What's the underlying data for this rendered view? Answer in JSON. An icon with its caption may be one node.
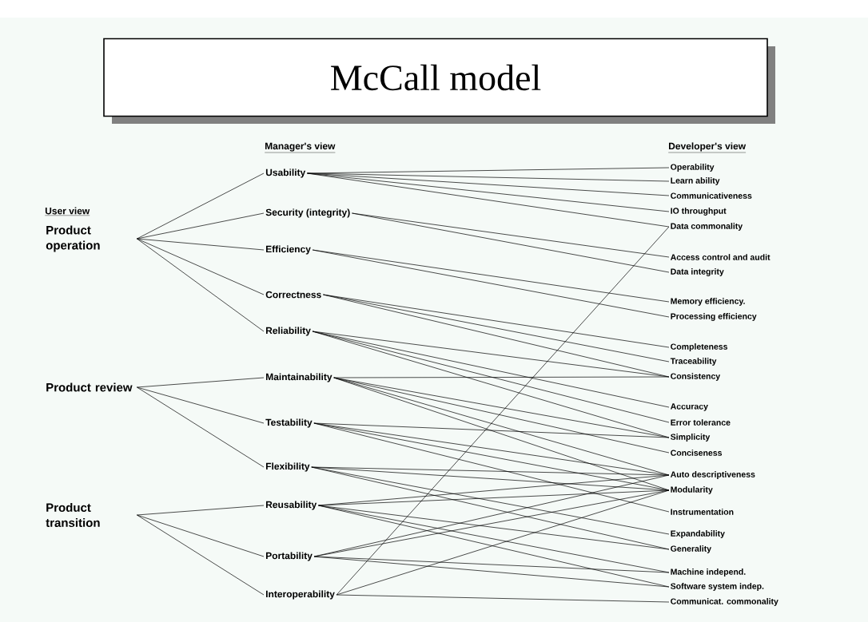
{
  "diagram": {
    "title": "McCall model",
    "nodes": [
      {
        "text": [
          "Product operation"
        ]
      },
      {
        "text": [
          "Product review"
        ]
      },
      {
        "text": [
          "Product transition"
        ]
      },
      {
        "text": [
          "Usability"
        ]
      },
      {
        "text": [
          "Security (integrity)"
        ]
      },
      {
        "text": [
          "Efficiency"
        ]
      },
      {
        "text": [
          "Correctness"
        ]
      },
      {
        "text": [
          "Reliability"
        ]
      },
      {
        "text": [
          "Maintainability"
        ]
      },
      {
        "text": [
          "Testability"
        ]
      },
      {
        "text": [
          "Flexibility"
        ]
      },
      {
        "text": [
          "Reusability"
        ]
      },
      {
        "text": [
          "Portability"
        ]
      },
      {
        "text": [
          "Interoperability"
        ]
      },
      {
        "text": [
          "Operability"
        ]
      },
      {
        "text": [
          "Learn ability"
        ]
      },
      {
        "text": [
          "Communicativeness"
        ]
      },
      {
        "text": [
          "IO throughput"
        ]
      },
      {
        "text": [
          "Data commonality"
        ]
      },
      {
        "text": [
          "Access control and audit"
        ]
      },
      {
        "text": [
          "Data integrity"
        ]
      },
      {
        "text": [
          "Memory efficiency."
        ]
      },
      {
        "text": [
          "Processing efficiency"
        ]
      },
      {
        "text": [
          "Completeness"
        ]
      },
      {
        "text": [
          "Traceability"
        ]
      },
      {
        "text": [
          "Consistency"
        ]
      },
      {
        "text": [
          "Accuracy"
        ]
      },
      {
        "text": [
          "Error tolerance"
        ]
      },
      {
        "text": [
          "Simplicity"
        ]
      },
      {
        "text": [
          "Conciseness"
        ]
      },
      {
        "text": [
          "Auto descriptiveness"
        ]
      },
      {
        "text": [
          "Modularity"
        ]
      },
      {
        "text": [
          "Instrumentation"
        ]
      },
      {
        "text": [
          "Expandability"
        ]
      },
      {
        "text": [
          "Generality"
        ]
      },
      {
        "text": [
          "Machine independ."
        ]
      },
      {
        "text": [
          "Software system indep."
        ]
      },
      {
        "text": [
          "Communicat. commonality"
        ]
      }
    ],
    "edges": [
      {
        "from": 0,
        "to": 3,
        "arrow": "none"
      },
      {
        "from": 0,
        "to": 4,
        "arrow": "none"
      },
      {
        "from": 0,
        "to": 5,
        "arrow": "none"
      },
      {
        "from": 0,
        "to": 6,
        "arrow": "none"
      },
      {
        "from": 0,
        "to": 7,
        "arrow": "none"
      },
      {
        "from": 1,
        "to": 8,
        "arrow": "none"
      },
      {
        "from": 1,
        "to": 9,
        "arrow": "none"
      },
      {
        "from": 1,
        "to": 10,
        "arrow": "none"
      },
      {
        "from": 2,
        "to": 11,
        "arrow": "none"
      },
      {
        "from": 2,
        "to": 12,
        "arrow": "none"
      },
      {
        "from": 2,
        "to": 13,
        "arrow": "none"
      },
      {
        "from": 3,
        "to": 14,
        "arrow": "none"
      },
      {
        "from": 3,
        "to": 15,
        "arrow": "none"
      },
      {
        "from": 3,
        "to": 16,
        "arrow": "none"
      },
      {
        "from": 3,
        "to": 17,
        "arrow": "none"
      },
      {
        "from": 3,
        "to": 18,
        "arrow": "none"
      },
      {
        "from": 4,
        "to": 19,
        "arrow": "none"
      },
      {
        "from": 4,
        "to": 20,
        "arrow": "none"
      },
      {
        "from": 5,
        "to": 21,
        "arrow": "none"
      },
      {
        "from": 5,
        "to": 22,
        "arrow": "none"
      },
      {
        "from": 6,
        "to": 23,
        "arrow": "none"
      },
      {
        "from": 6,
        "to": 24,
        "arrow": "none"
      },
      {
        "from": 6,
        "to": 25,
        "arrow": "none"
      },
      {
        "from": 7,
        "to": 25,
        "arrow": "none"
      },
      {
        "from": 7,
        "to": 26,
        "arrow": "none"
      },
      {
        "from": 7,
        "to": 27,
        "arrow": "none"
      },
      {
        "from": 7,
        "to": 28,
        "arrow": "none"
      },
      {
        "from": 8,
        "to": 25,
        "arrow": "none"
      },
      {
        "from": 8,
        "to": 28,
        "arrow": "none"
      },
      {
        "from": 8,
        "to": 29,
        "arrow": "none"
      },
      {
        "from": 8,
        "to": 30,
        "arrow": "none"
      },
      {
        "from": 8,
        "to": 31,
        "arrow": "none"
      },
      {
        "from": 9,
        "to": 28,
        "arrow": "none"
      },
      {
        "from": 9,
        "to": 30,
        "arrow": "none"
      },
      {
        "from": 9,
        "to": 31,
        "arrow": "none"
      },
      {
        "from": 9,
        "to": 32,
        "arrow": "none"
      },
      {
        "from": 10,
        "to": 30,
        "arrow": "none"
      },
      {
        "from": 10,
        "to": 31,
        "arrow": "none"
      },
      {
        "from": 10,
        "to": 33,
        "arrow": "none"
      },
      {
        "from": 10,
        "to": 34,
        "arrow": "none"
      },
      {
        "from": 11,
        "to": 30,
        "arrow": "none"
      },
      {
        "from": 11,
        "to": 31,
        "arrow": "none"
      },
      {
        "from": 11,
        "to": 34,
        "arrow": "none"
      },
      {
        "from": 11,
        "to": 35,
        "arrow": "none"
      },
      {
        "from": 11,
        "to": 36,
        "arrow": "none"
      },
      {
        "from": 12,
        "to": 30,
        "arrow": "none"
      },
      {
        "from": 12,
        "to": 31,
        "arrow": "none"
      },
      {
        "from": 12,
        "to": 35,
        "arrow": "none"
      },
      {
        "from": 12,
        "to": 36,
        "arrow": "none"
      },
      {
        "from": 13,
        "to": 18,
        "arrow": "none"
      },
      {
        "from": 13,
        "to": 31,
        "arrow": "none"
      },
      {
        "from": 13,
        "to": 37,
        "arrow": "none"
      }
    ],
    "labels": [
      "User view",
      "Manager's view",
      "Developer's view"
    ]
  }
}
